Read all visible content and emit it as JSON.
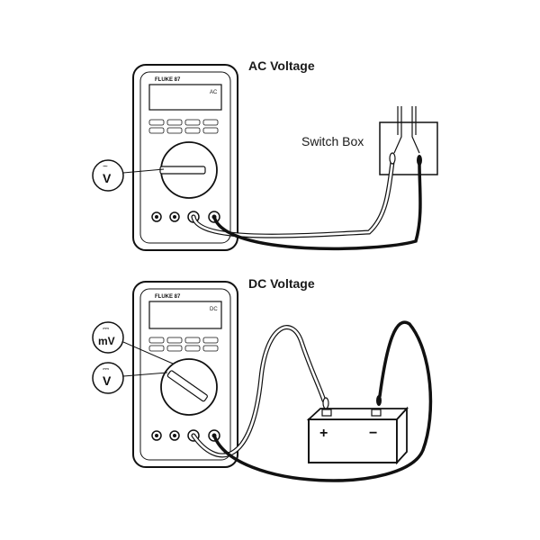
{
  "ac_title": "AC Voltage",
  "dc_title": "DC Voltage",
  "switch_box_label": "Switch Box",
  "meter_brand": "FLUKE 87",
  "ac_display_unit": "AC",
  "dc_display_unit": "DC",
  "ac_callout": "V",
  "ac_callout_symbol": "~",
  "dc_callout_mv": "mV",
  "dc_callout_v": "V",
  "dc_callout_symbol": "⎓",
  "battery_positive": "+",
  "battery_negative": "−",
  "colors": {
    "line": "#111111",
    "meter_fill": "#ffffff",
    "lead_black": "#111111"
  }
}
